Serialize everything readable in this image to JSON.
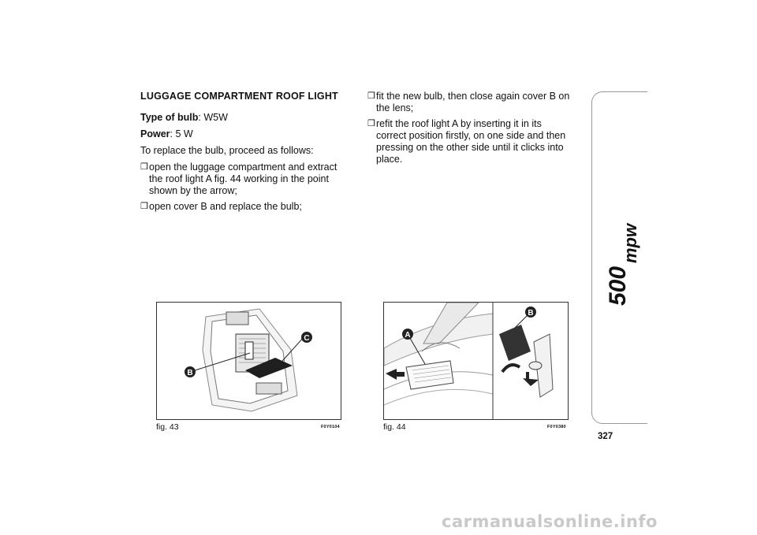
{
  "left_column": {
    "heading": "LUGGAGE COMPARTMENT ROOF LIGHT",
    "bulb_label": "Type of bulb",
    "bulb_value": ": W5W",
    "power_label": "Power",
    "power_value": ": 5 W",
    "intro": "To replace the bulb, proceed as follows:",
    "steps": [
      "open the luggage compartment and extract the roof light A fig. 44 working in the point shown by the arrow;",
      "open cover B and replace the bulb;"
    ]
  },
  "right_column": {
    "steps": [
      "fit the new bulb, then close again cover B on the lens;",
      "refit the roof light A by inserting it in its correct position firstly, on one side and then pressing on the other side until it clicks into place."
    ]
  },
  "bullet_glyph": "❒",
  "figures": [
    {
      "caption": "fig. 43",
      "code": "F0Y0104",
      "labels": [
        "B",
        "C"
      ]
    },
    {
      "caption": "fig. 44",
      "code": "F0Y0380",
      "labels": [
        "A",
        "B"
      ]
    }
  ],
  "sidebar": {
    "logo_text": "500 mpw"
  },
  "page_number": "327",
  "watermark": "carmanualsonline.info",
  "colors": {
    "callout_fill": "#222222",
    "tab_border": "#999999",
    "watermark": "#c9c9c9"
  }
}
